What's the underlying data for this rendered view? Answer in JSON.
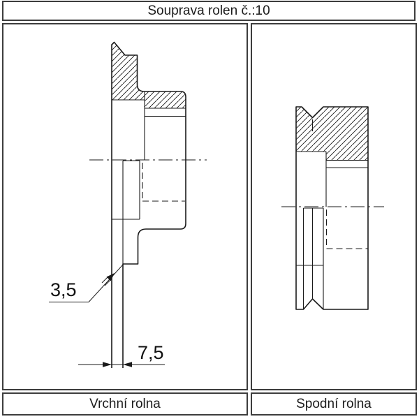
{
  "title": "Souprava rolen č.:10",
  "panels": {
    "left": {
      "label": "Vrchní rolna",
      "dimensions": {
        "thickness": "3,5",
        "width": "7,5"
      }
    },
    "right": {
      "label": "Spodní rolna"
    }
  },
  "colors": {
    "line": "#1a1a1a",
    "border": "#3d3d3d",
    "background": "#ffffff"
  }
}
